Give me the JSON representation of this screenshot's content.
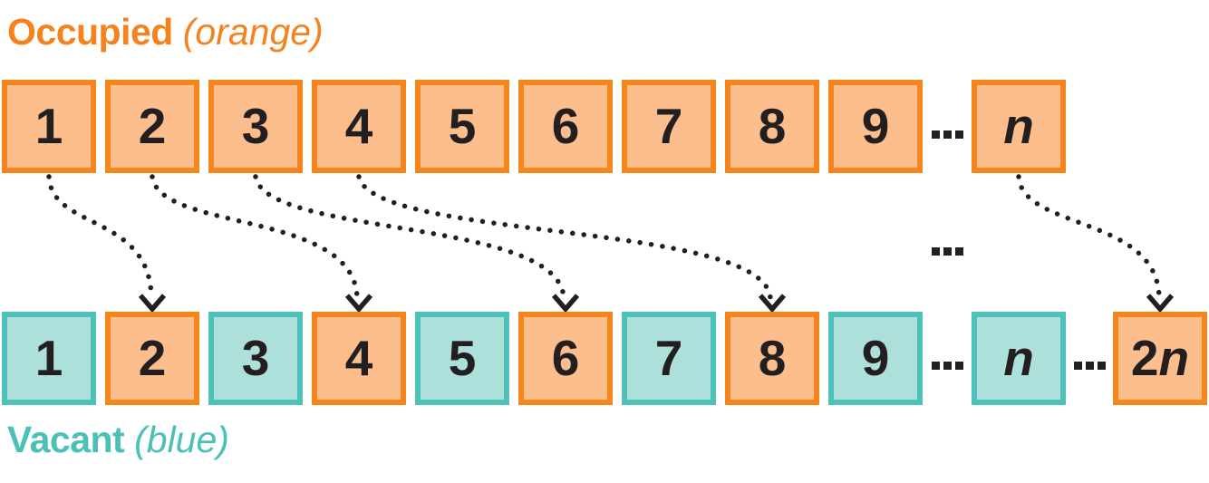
{
  "title": {
    "bold": "Occupied",
    "italic": "(orange)"
  },
  "footer": {
    "bold": "Vacant",
    "italic": "(blue)"
  },
  "colors": {
    "orange_border": "#F5861E",
    "orange_fill": "#FBBE8C",
    "orange_text": "#F5831D",
    "teal_border": "#4EC2B8",
    "teal_fill": "#ADDFDB",
    "teal_text": "#4BC0B6",
    "ink": "#231F20"
  },
  "top_row": {
    "cells": [
      {
        "type": "box",
        "label": "1",
        "label_italic": "",
        "color": "orange"
      },
      {
        "type": "box",
        "label": "2",
        "label_italic": "",
        "color": "orange"
      },
      {
        "type": "box",
        "label": "3",
        "label_italic": "",
        "color": "orange"
      },
      {
        "type": "box",
        "label": "4",
        "label_italic": "",
        "color": "orange"
      },
      {
        "type": "box",
        "label": "5",
        "label_italic": "",
        "color": "orange"
      },
      {
        "type": "box",
        "label": "6",
        "label_italic": "",
        "color": "orange"
      },
      {
        "type": "box",
        "label": "7",
        "label_italic": "",
        "color": "orange"
      },
      {
        "type": "box",
        "label": "8",
        "label_italic": "",
        "color": "orange"
      },
      {
        "type": "box",
        "label": "9",
        "label_italic": "",
        "color": "orange"
      },
      {
        "type": "dots",
        "label": "..."
      },
      {
        "type": "box",
        "label": "",
        "label_italic": "n",
        "color": "orange"
      }
    ]
  },
  "bottom_row": {
    "cells": [
      {
        "type": "box",
        "label": "1",
        "label_italic": "",
        "color": "teal"
      },
      {
        "type": "box",
        "label": "2",
        "label_italic": "",
        "color": "orange"
      },
      {
        "type": "box",
        "label": "3",
        "label_italic": "",
        "color": "teal"
      },
      {
        "type": "box",
        "label": "4",
        "label_italic": "",
        "color": "orange"
      },
      {
        "type": "box",
        "label": "5",
        "label_italic": "",
        "color": "teal"
      },
      {
        "type": "box",
        "label": "6",
        "label_italic": "",
        "color": "orange"
      },
      {
        "type": "box",
        "label": "7",
        "label_italic": "",
        "color": "teal"
      },
      {
        "type": "box",
        "label": "8",
        "label_italic": "",
        "color": "orange"
      },
      {
        "type": "box",
        "label": "9",
        "label_italic": "",
        "color": "teal"
      },
      {
        "type": "dots",
        "label": "..."
      },
      {
        "type": "box",
        "label": "",
        "label_italic": "n",
        "color": "teal"
      },
      {
        "type": "dots",
        "label": "..."
      },
      {
        "type": "box",
        "label": "2",
        "label_italic": "n",
        "color": "orange"
      }
    ]
  },
  "middle_ellipsis": "...",
  "arrows": [
    {
      "from": "1",
      "to": "2",
      "style": "dotted"
    },
    {
      "from": "2",
      "to": "4",
      "style": "dotted"
    },
    {
      "from": "3",
      "to": "6",
      "style": "dotted"
    },
    {
      "from": "4",
      "to": "8",
      "style": "dotted"
    },
    {
      "from": "n",
      "to": "2n",
      "style": "dotted"
    }
  ]
}
